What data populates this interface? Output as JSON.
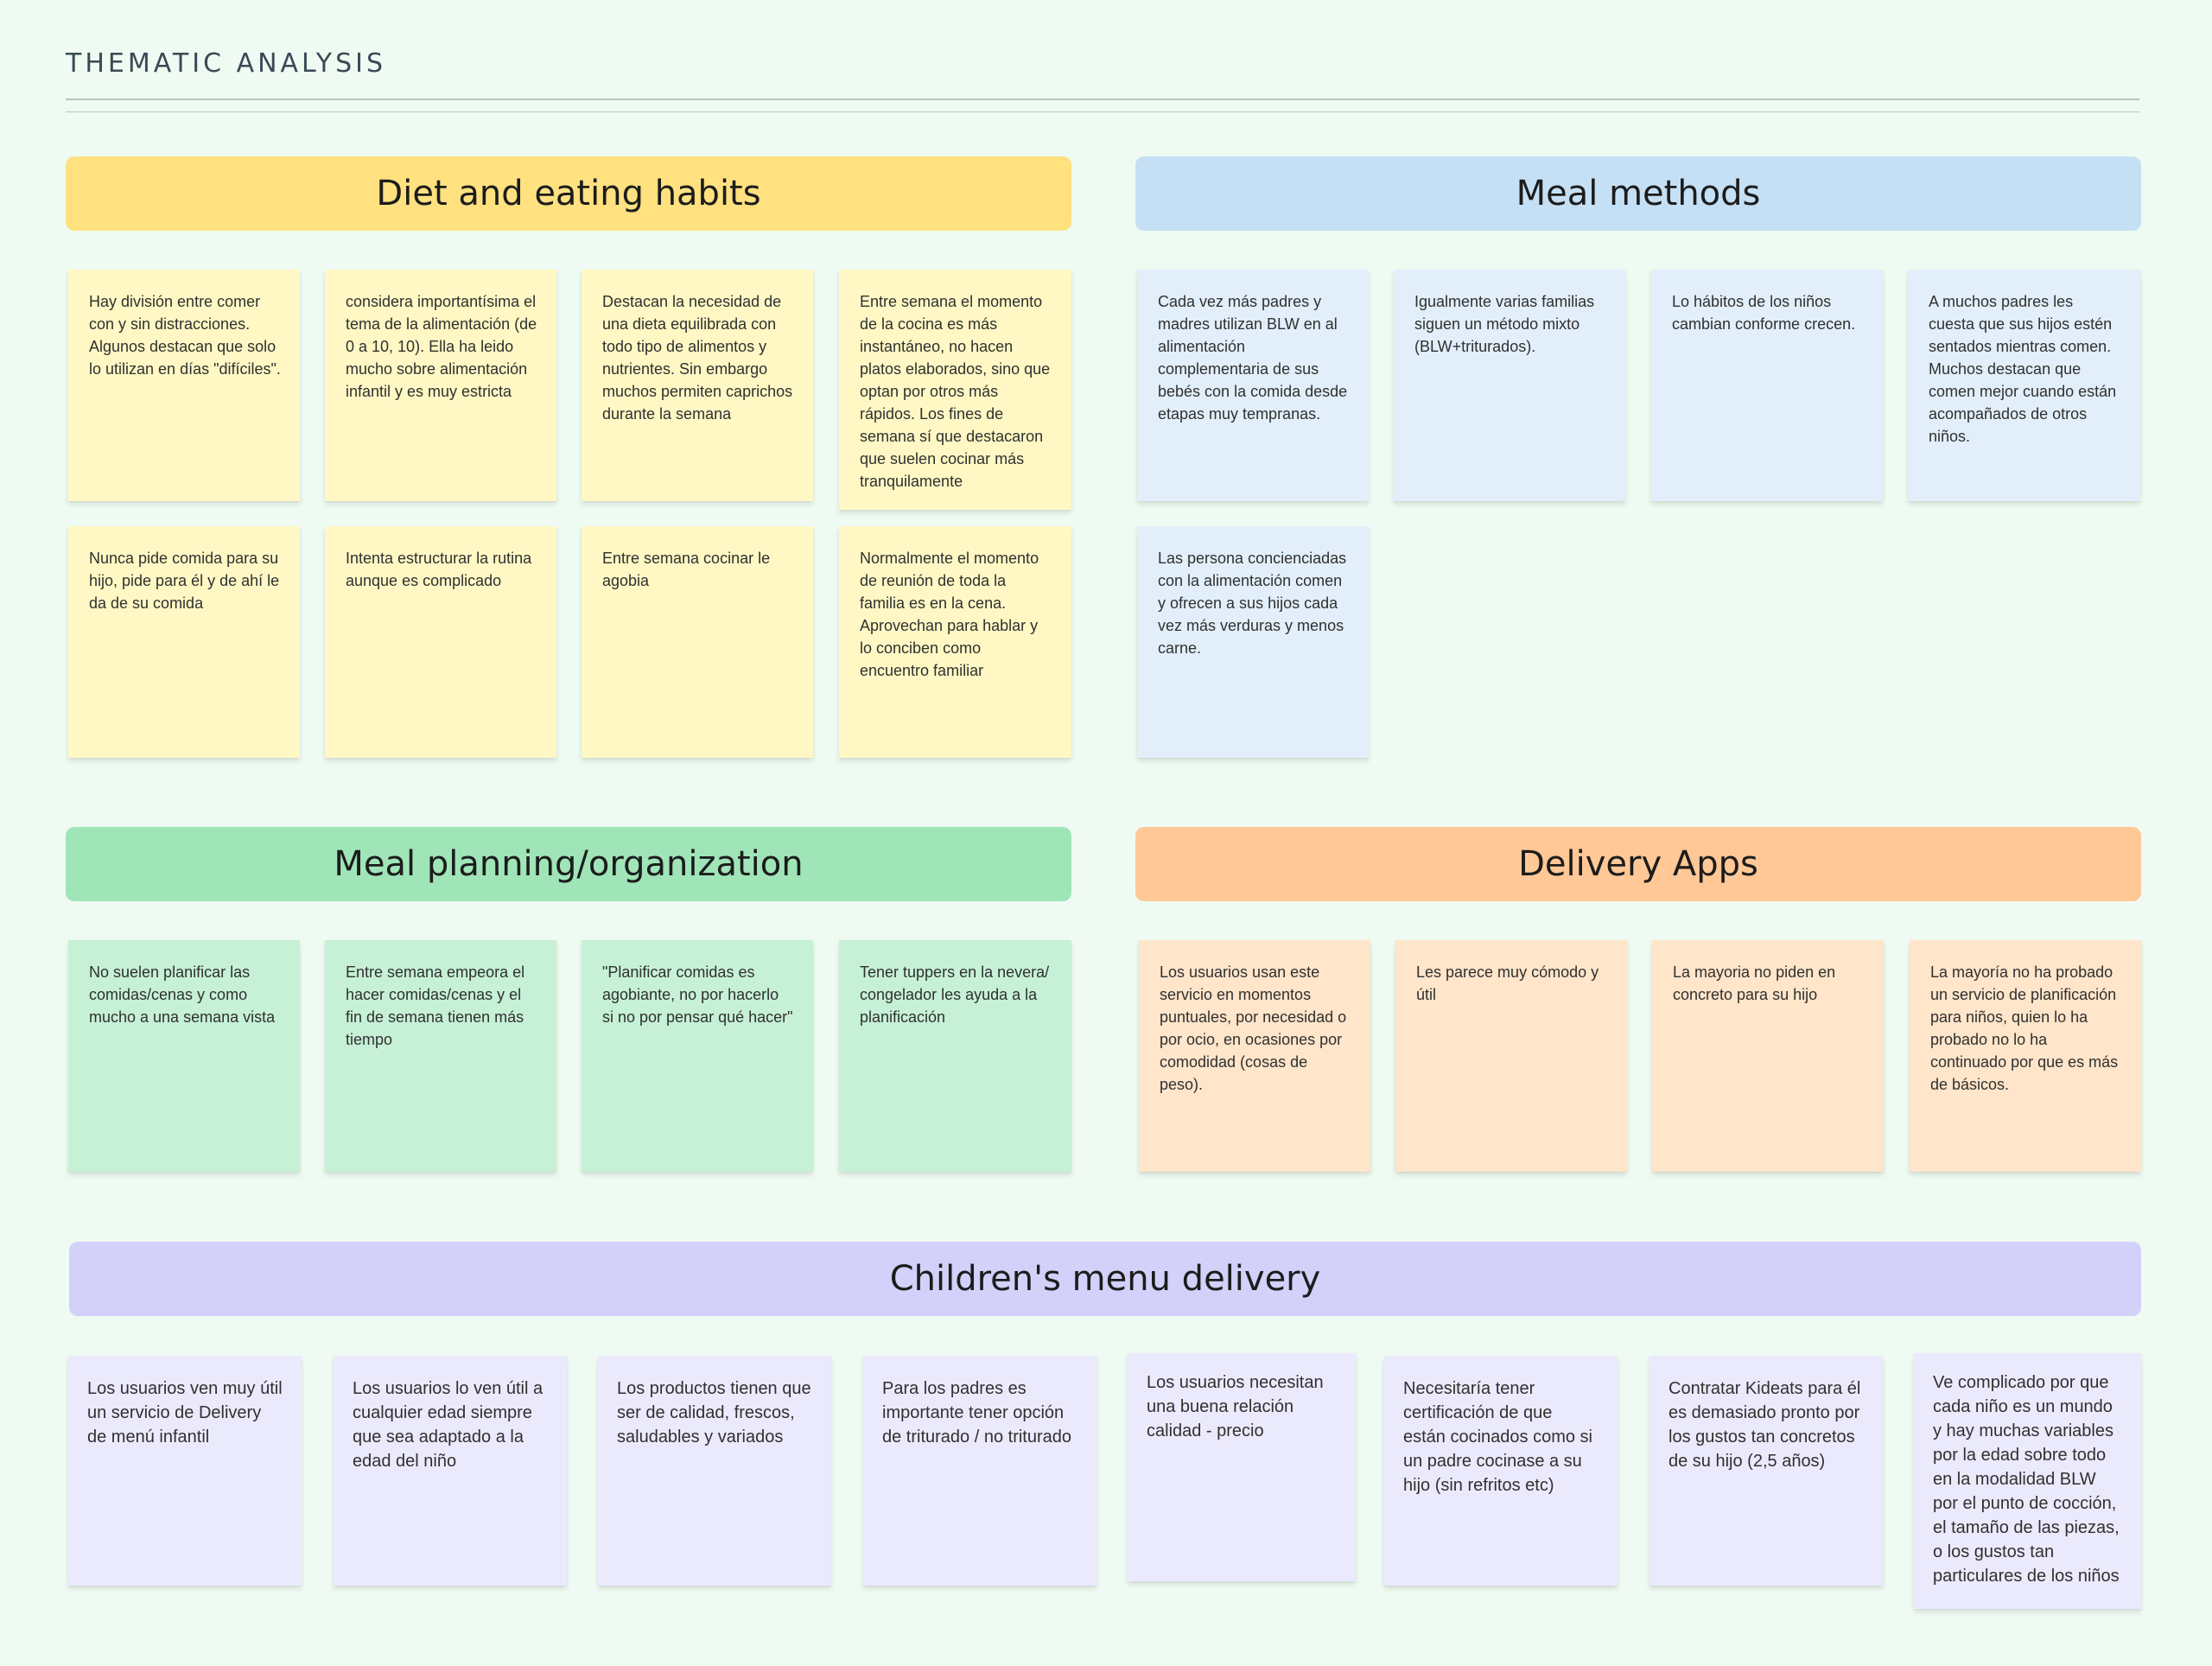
{
  "page": {
    "title": "THEMATIC ANALYSIS"
  },
  "colors": {
    "background": "#effbf2",
    "diet": "#ffe17f",
    "diet_note": "#fff8c4",
    "meal_methods": "#c5e0f5",
    "meal_methods_note": "#e2effa",
    "planning": "#9fe5b8",
    "planning_note": "#c6f1d6",
    "delivery": "#ffc896",
    "delivery_note": "#ffe5ca",
    "children": "#d3d0fa",
    "children_note": "#ebeafd"
  },
  "groups": {
    "diet": {
      "title": "Diet and eating habits",
      "notes": [
        "Hay división entre comer con y sin distracciones. Algunos destacan que solo lo utilizan en días \"difíciles\".",
        "considera importantísima el tema de la alimentación (de 0 a 10, 10). Ella ha leido mucho sobre alimentación infantil y es muy estricta",
        "Destacan la necesidad de una dieta equilibrada con todo tipo de alimentos y nutrientes. Sin embargo muchos permiten caprichos durante la semana",
        "Entre semana el momento de la cocina es más instantáneo, no hacen platos elaborados, sino que optan por otros más rápidos. Los fines de semana sí que destacaron que suelen cocinar más tranquilamente",
        "Nunca pide comida para su hijo, pide para él y de ahí le da de su comida",
        "Intenta estructurar la rutina aunque es complicado",
        "Entre semana cocinar le agobia",
        "Normalmente el momento de reunión de toda la familia es en la cena. Aprovechan para hablar y lo conciben como encuentro familiar"
      ]
    },
    "meal_methods": {
      "title": "Meal methods",
      "notes": [
        "Cada vez más padres y madres utilizan BLW en al alimentación complementaria de sus bebés con la comida desde etapas muy tempranas.",
        "Igualmente varias familias siguen un método mixto (BLW+triturados).",
        "Lo hábitos de los niños cambian conforme crecen.",
        "A muchos padres les cuesta que sus hijos estén sentados mientras comen. Muchos destacan que comen mejor cuando están acompañados de otros niños.",
        "Las persona concienciadas con la alimentación comen y ofrecen a sus hijos cada vez más verduras y menos carne."
      ]
    },
    "planning": {
      "title": "Meal planning/organization",
      "notes": [
        "No suelen planificar las comidas/cenas y como mucho a una semana vista",
        "Entre semana empeora el hacer comidas/cenas y el fin de semana tienen más tiempo",
        "\"Planificar comidas es agobiante, no por hacerlo si no por pensar qué hacer\"",
        "Tener tuppers en la nevera/ congelador les ayuda a la planificación"
      ]
    },
    "delivery": {
      "title": "Delivery Apps",
      "notes": [
        "Los usuarios usan este servicio en momentos puntuales, por necesidad o por ocio, en ocasiones por comodidad (cosas de peso).",
        "Les parece muy cómodo y útil",
        "La mayoria no piden en concreto para su hijo",
        "La mayoría no ha probado un servicio de planificación para niños, quien lo ha probado no lo ha continuado por que es más de básicos."
      ]
    },
    "children": {
      "title": "Children's menu delivery",
      "notes": [
        "Los usuarios ven muy útil un servicio de Delivery de menú infantil",
        "Los usuarios lo ven útil a cualquier edad siempre que sea adaptado a la edad del niño",
        "Los productos tienen que ser de calidad, frescos, saludables y variados",
        "Para los padres es importante tener opción de triturado / no triturado",
        "Los usuarios necesitan una buena relación calidad - precio",
        "Necesitaría tener certificación de que están cocinados como si un padre cocinase a su hijo (sin refritos etc)",
        "Contratar Kideats para él es demasiado pronto por los gustos tan concretos de su hijo (2,5 años)",
        "Ve complicado por que cada niño es un mundo y hay muchas variables por la edad sobre todo en la modalidad BLW por el punto de cocción, el tamaño de las piezas, o los gustos tan particulares de los niños"
      ]
    }
  }
}
